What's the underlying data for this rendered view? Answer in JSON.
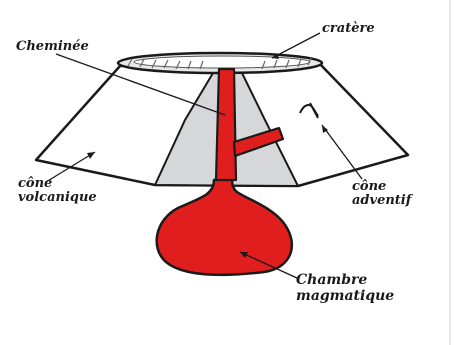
{
  "labels": {
    "cheminee": "Cheminée",
    "cratere": "cratère",
    "cone_volcanique_line1": "cône",
    "cone_volcanique_line2": "volcanique",
    "cone_adventif_line1": "cône",
    "cone_adventif_line2": "adventif",
    "chambre_line1": "Chambre",
    "chambre_line2": "magmatique"
  },
  "colors": {
    "magma": "#e01e1e",
    "cone_fill": "#ffffff",
    "cheminee_zone": "#d5d7d9",
    "outline": "#1a1a1a"
  }
}
